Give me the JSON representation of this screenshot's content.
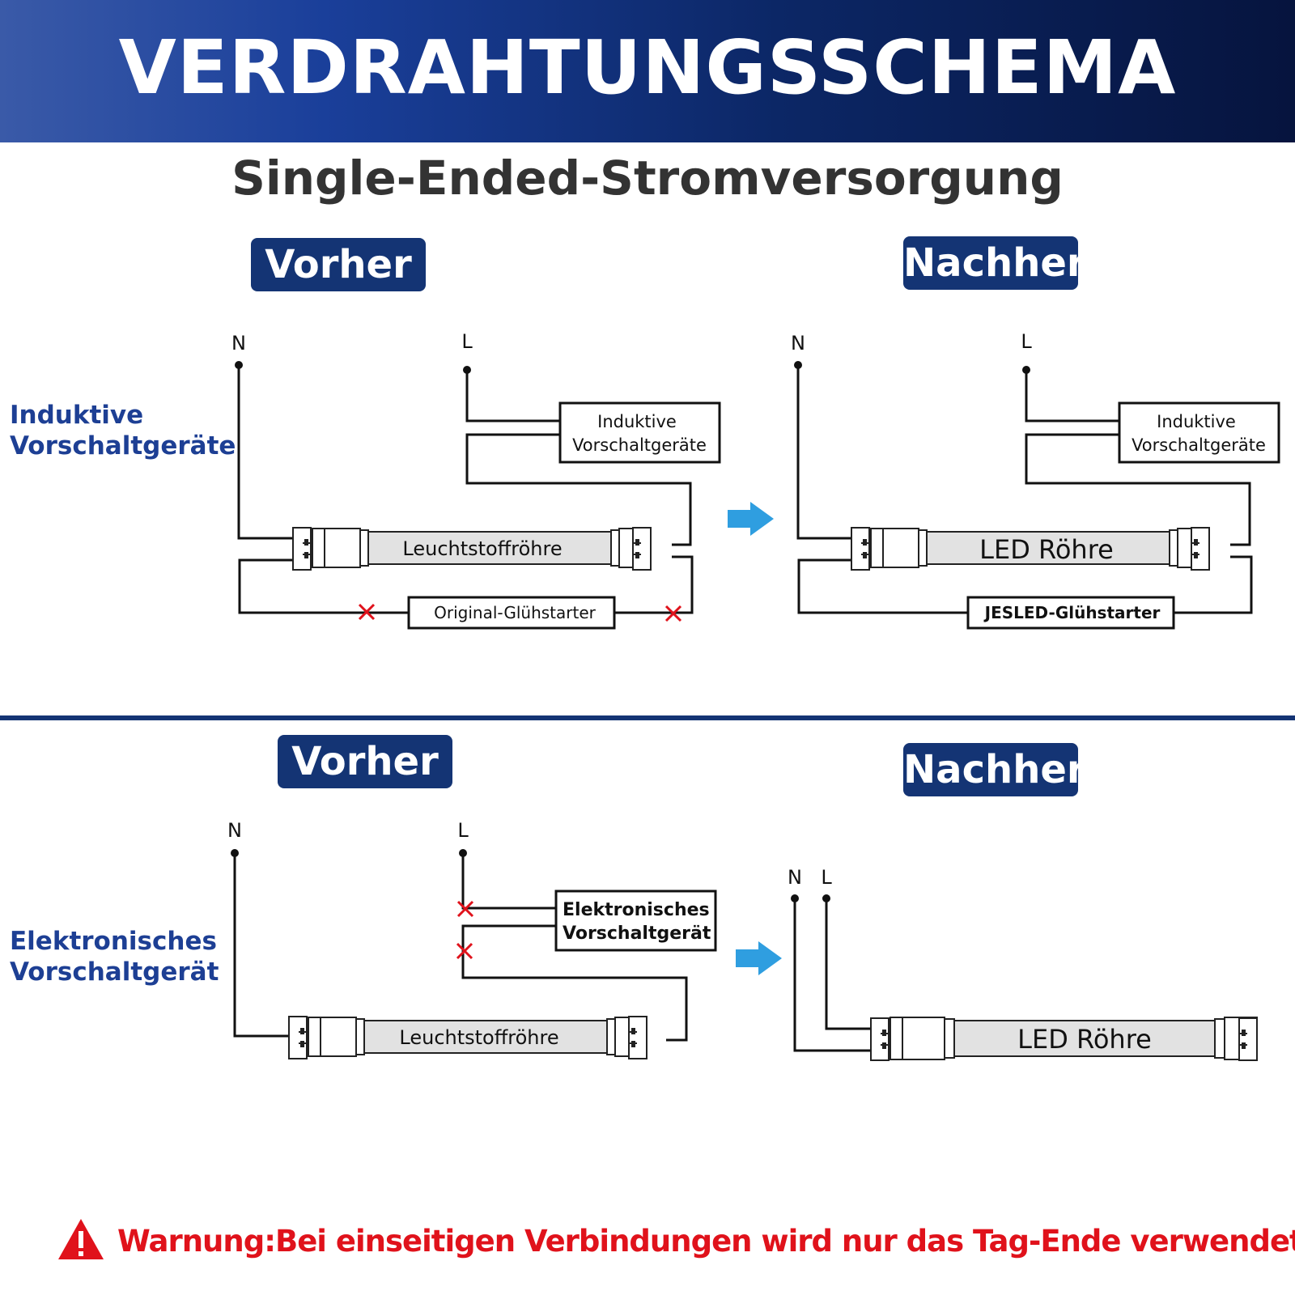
{
  "header": {
    "title": "VERDRAHTUNGSSCHEMA",
    "subtitle": "Single-Ended-Stromversorgung"
  },
  "colors": {
    "banner_dark": "#06143e",
    "banner_light": "#3a5aa8",
    "badge": "#143474",
    "label_blue": "#1d3f94",
    "arrow": "#2f9ee0",
    "cross": "#e0121b",
    "warning": "#e0121b"
  },
  "section1": {
    "label_line1": "Induktive",
    "label_line2": "Vorschaltgeräte",
    "before_badge": "Vorher",
    "after_badge": "Nachher",
    "before": {
      "n": "N",
      "l": "L",
      "ballast_line1": "Induktive",
      "ballast_line2": "Vorschaltgeräte",
      "tube": "Leuchtstoffröhre",
      "starter": "Original-Glühstarter"
    },
    "after": {
      "n": "N",
      "l": "L",
      "ballast_line1": "Induktive",
      "ballast_line2": "Vorschaltgeräte",
      "tube": "LED Röhre",
      "starter": "JESLED-Glühstarter"
    }
  },
  "section2": {
    "label_line1": "Elektronisches",
    "label_line2": "Vorschaltgerät",
    "before_badge": "Vorher",
    "after_badge": "Nachher",
    "before": {
      "n": "N",
      "l": "L",
      "ballast_line1": "Elektronisches",
      "ballast_line2": "Vorschaltgerät",
      "tube": "Leuchtstoffröhre"
    },
    "after": {
      "n": "N",
      "l": "L",
      "tube": "LED Röhre"
    }
  },
  "warning": {
    "icon": "warning-triangle-icon",
    "text": "Warnung:Bei einseitigen Verbindungen wird nur das Tag-Ende verwendet."
  }
}
